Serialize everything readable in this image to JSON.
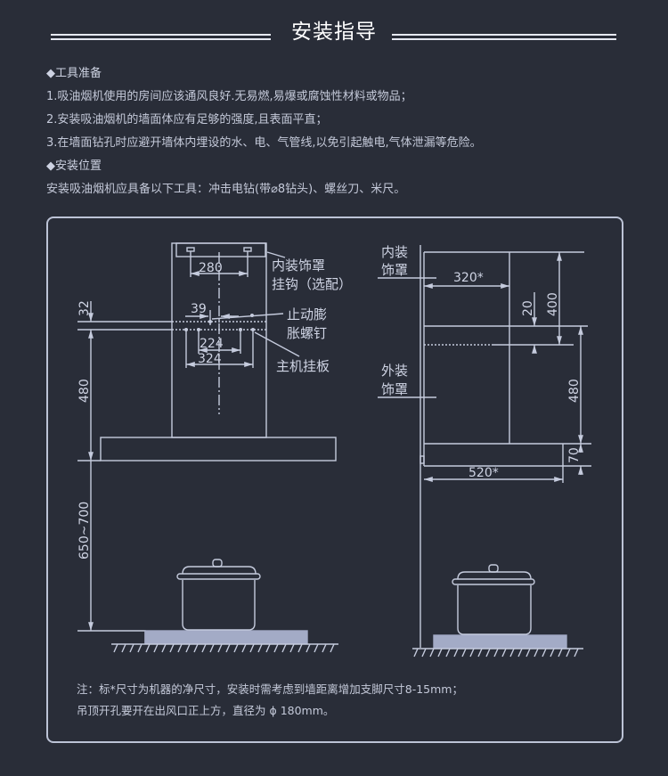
{
  "header": {
    "title": "安装指导"
  },
  "tools_section": {
    "heading": "◆工具准备",
    "items": [
      "1.吸油烟机使用的房间应该通风良好.无易燃,易爆或腐蚀性材料或物品；",
      "2.安装吸油烟机的墙面体应有足够的强度,且表面平直；",
      "3.在墙面钻孔时应避开墙体内埋设的水、电、气管线,以免引起触电,气体泄漏等危险。"
    ]
  },
  "position_section": {
    "heading": "◆安装位置",
    "text": "安装吸油烟机应具备以下工具：冲击电钻(带⌀8钻头)、螺丝刀、米尺。"
  },
  "front_view": {
    "dim_hooks": "280",
    "dim_39": "39",
    "dim_224": "224",
    "dim_324": "324",
    "dim_32": "32",
    "dim_480": "480",
    "dim_height": "650~700",
    "label_hook_1": "内装饰罩",
    "label_hook_2": "挂钩（选配）",
    "label_bolt_1": "止动膨",
    "label_bolt_2": "胀螺钉",
    "label_plate": "主机挂板"
  },
  "side_view": {
    "label_inner_1": "内装",
    "label_inner_2": "饰罩",
    "label_outer_1": "外装",
    "label_outer_2": "饰罩",
    "dim_320": "320*",
    "dim_400": "400",
    "dim_20": "20",
    "dim_480": "480",
    "dim_70": "70",
    "dim_520": "520*"
  },
  "notes": [
    "注：标*尺寸为机器的净尺寸，安装时需考虑到墙距离增加支脚尺寸8-15mm；",
    "吊顶开孔要开在出风口正上方，直径为 ϕ 180mm。"
  ],
  "colors": {
    "background": "#292d38",
    "line": "#c5cbdd",
    "cooktop": "#a3abc6"
  }
}
